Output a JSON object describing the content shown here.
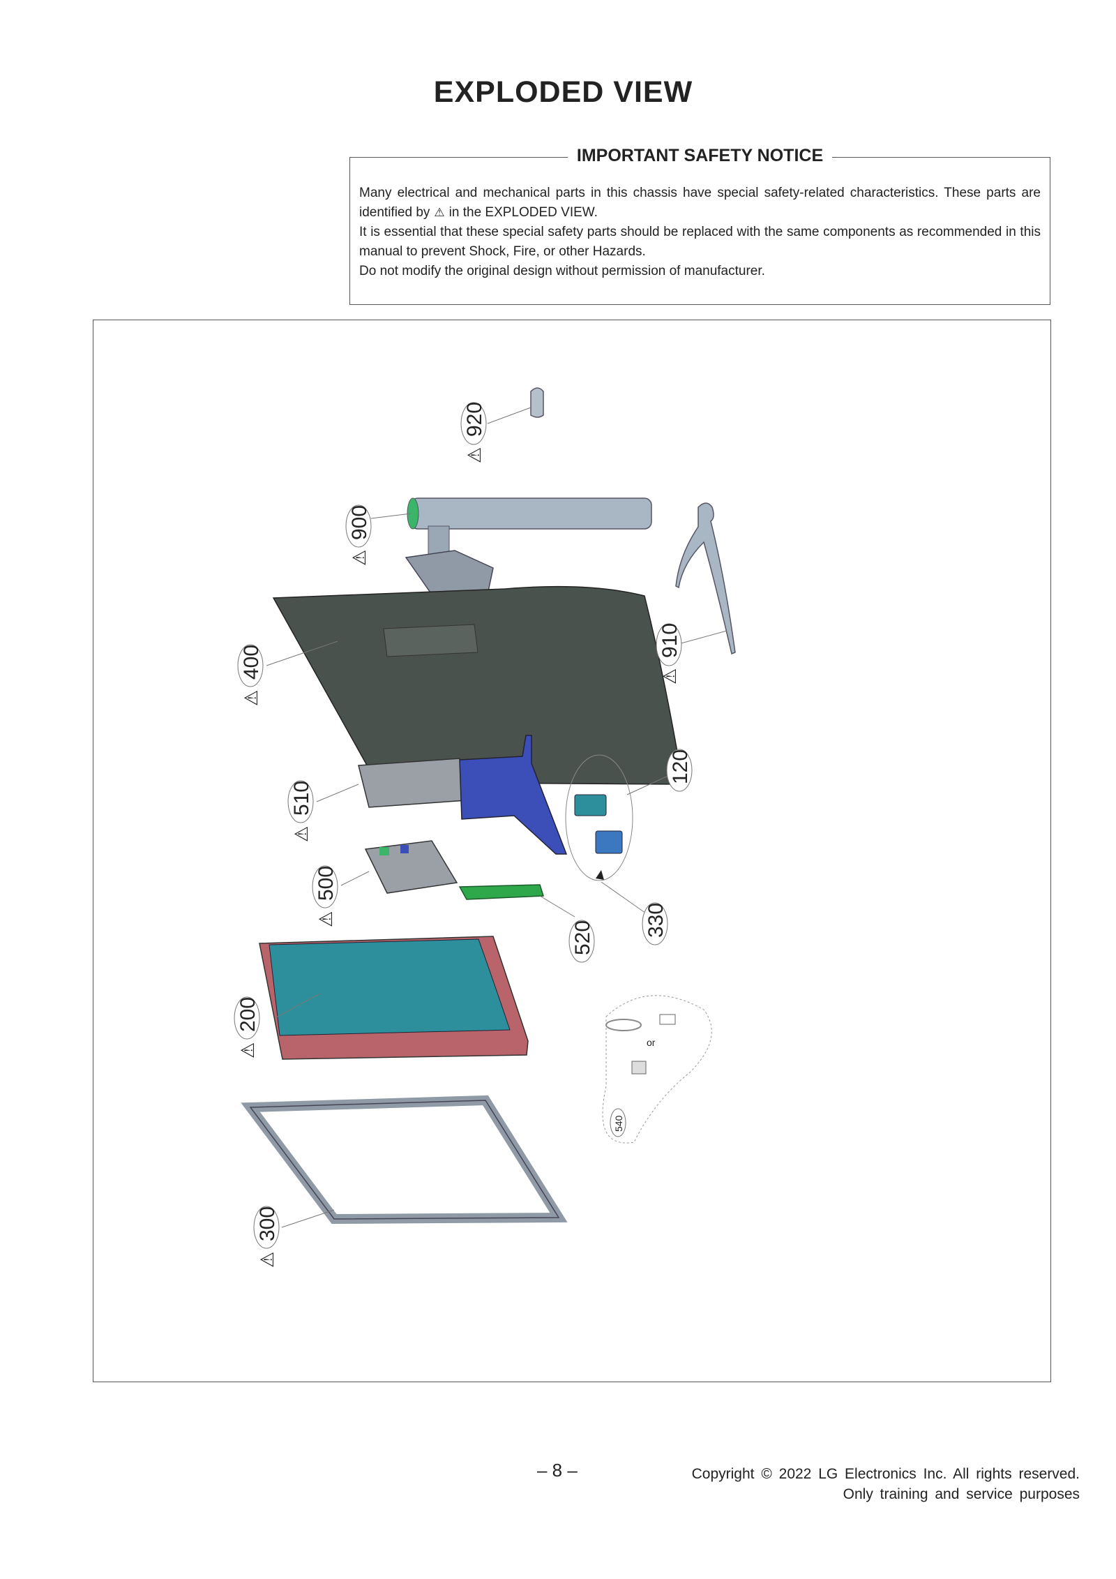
{
  "page": {
    "title": "EXPLODED  VIEW",
    "page_number": "– 8 –"
  },
  "notice": {
    "heading": "IMPORTANT SAFETY NOTICE",
    "line1_pre": "Many electrical and mechanical parts in this chassis have special safety-related characteristics. These parts are identified by",
    "line1_post": "in the  EXPLODED VIEW.",
    "line2": "It is essential that these special safety parts should be replaced with the same components as recommended in this manual to prevent Shock, Fire, or other Hazards.",
    "line3": "Do not modify the original design without permission of manufacturer."
  },
  "parts": {
    "p920": "920",
    "p900": "900",
    "p910": "910",
    "p400": "400",
    "p510": "510",
    "p120": "120",
    "p500": "500",
    "p330": "330",
    "p520": "520",
    "p200": "200",
    "p540": "540",
    "p300": "300",
    "or_label": "or"
  },
  "colors": {
    "back_cover": "#4a524e",
    "stand": "#a9b6c3",
    "frame_blue": "#3c4fb8",
    "panel_teal": "#2e8f9c",
    "panel_red": "#b9646a",
    "pcb_green": "#2ea84a",
    "pcb_gray": "#9aa0a6"
  },
  "footer": {
    "copyright_line1": "Copyright © 2022 LG Electronics Inc. All rights reserved.",
    "copyright_line2": "Only training and service purposes"
  }
}
